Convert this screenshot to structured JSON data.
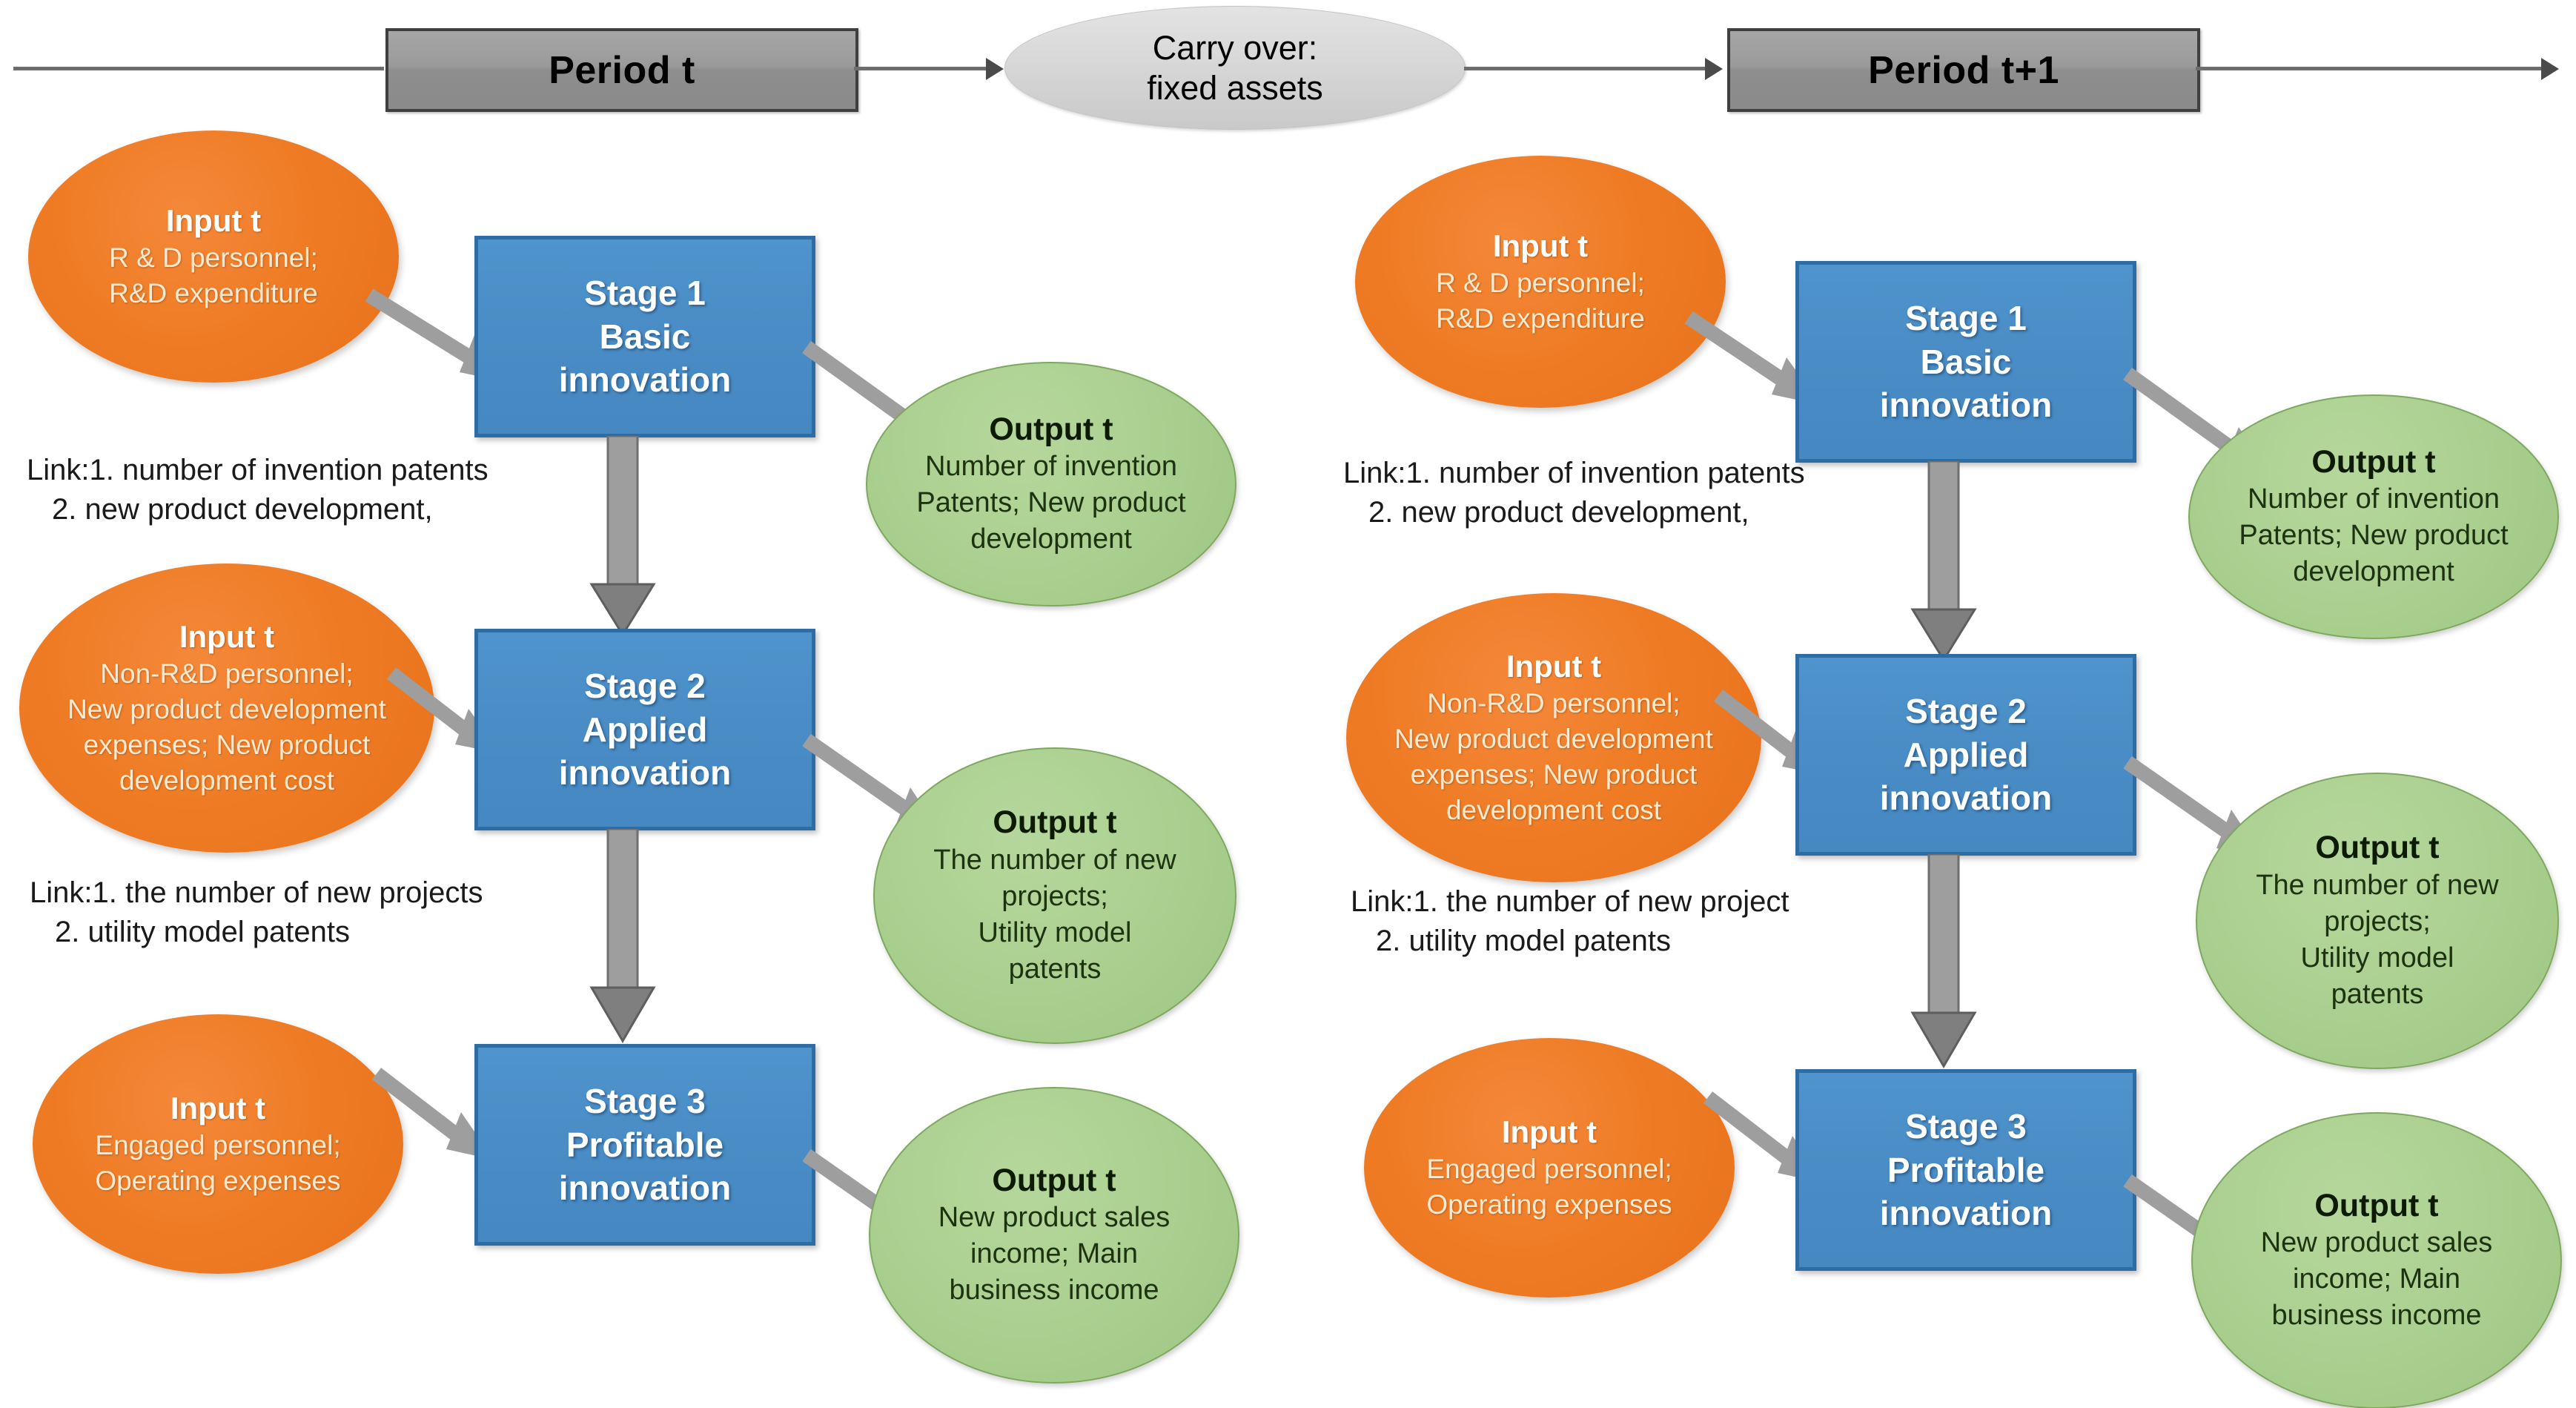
{
  "timeline": {
    "periods": [
      {
        "label": "Period t"
      },
      {
        "label": "Period t+1"
      }
    ],
    "carry_over": {
      "line1": "Carry over:",
      "line2": "fixed assets"
    }
  },
  "colors": {
    "input_fill": "#ef7c25",
    "stage_fill": "#4a8cc5",
    "stage_border": "#2e6da4",
    "output_fill": "#a9cf8f",
    "output_border": "#7fa85f",
    "period_fill": "#9a9a9a",
    "period_border": "#3f3f3f",
    "carry_fill": "#d6d6d6",
    "connector_gray": "#9e9e9e",
    "timeline_gray": "#6d6d6d"
  },
  "panels": [
    {
      "id": "period-t",
      "rows": [
        {
          "input": {
            "title": "Input t",
            "lines": [
              "R & D personnel;",
              "R&D expenditure"
            ]
          },
          "stage": {
            "lines": [
              "Stage 1",
              "Basic",
              "innovation"
            ]
          },
          "output": {
            "title": "Output t",
            "lines": [
              "Number of invention",
              "Patents; New product",
              "development"
            ]
          }
        },
        {
          "input": {
            "title": "Input t",
            "lines": [
              "Non-R&D personnel;",
              "New product development",
              "expenses; New product",
              "development cost"
            ]
          },
          "stage": {
            "lines": [
              "Stage 2",
              "Applied",
              "innovation"
            ]
          },
          "output": {
            "title": "Output t",
            "lines": [
              "The number of new",
              "projects;",
              "Utility model",
              "patents"
            ]
          }
        },
        {
          "input": {
            "title": "Input t",
            "lines": [
              "Engaged personnel;",
              "Operating expenses"
            ]
          },
          "stage": {
            "lines": [
              "Stage 3",
              "Profitable",
              "innovation"
            ]
          },
          "output": {
            "title": "Output t",
            "lines": [
              "New product sales",
              "income; Main",
              "business income"
            ]
          }
        }
      ],
      "links": [
        {
          "line1": "Link:1. number of invention patents",
          "line2": "2. new product development,"
        },
        {
          "line1": "Link:1. the number of new projects",
          "line2": "2. utility model patents"
        }
      ]
    },
    {
      "id": "period-t-plus-1",
      "rows": [
        {
          "input": {
            "title": "Input t",
            "lines": [
              "R & D personnel;",
              "R&D expenditure"
            ]
          },
          "stage": {
            "lines": [
              "Stage 1",
              "Basic",
              "innovation"
            ]
          },
          "output": {
            "title": "Output t",
            "lines": [
              "Number of invention",
              "Patents; New product",
              "development"
            ]
          }
        },
        {
          "input": {
            "title": "Input t",
            "lines": [
              "Non-R&D personnel;",
              "New product development",
              "expenses; New product",
              "development cost"
            ]
          },
          "stage": {
            "lines": [
              "Stage 2",
              "Applied",
              "innovation"
            ]
          },
          "output": {
            "title": "Output t",
            "lines": [
              "The number of new",
              "projects;",
              "Utility model",
              "patents"
            ]
          }
        },
        {
          "input": {
            "title": "Input t",
            "lines": [
              "Engaged personnel;",
              "Operating expenses"
            ]
          },
          "stage": {
            "lines": [
              "Stage 3",
              "Profitable",
              "innovation"
            ]
          },
          "output": {
            "title": "Output t",
            "lines": [
              "New product sales",
              "income; Main",
              "business income"
            ]
          }
        }
      ],
      "links": [
        {
          "line1": "Link:1. number of invention patents",
          "line2": "2. new product development,"
        },
        {
          "line1": "Link:1. the number of new project",
          "line2": "2. utility model patents"
        }
      ]
    }
  ]
}
